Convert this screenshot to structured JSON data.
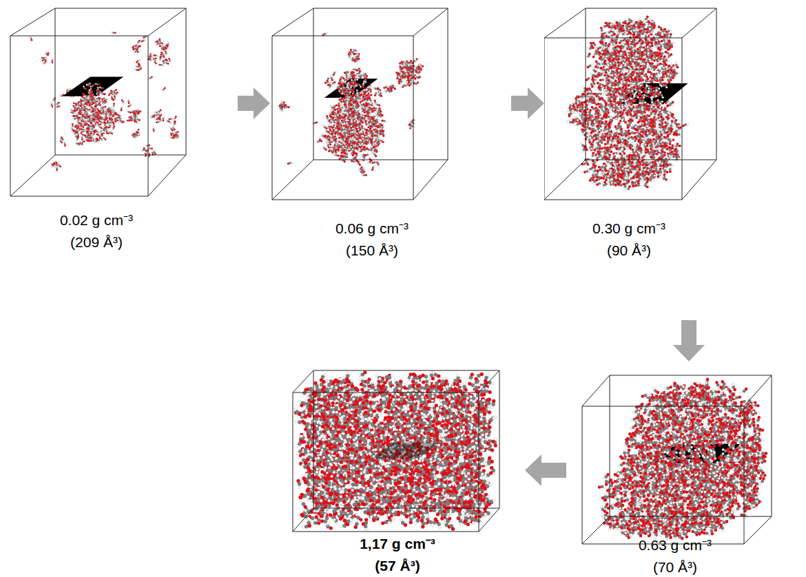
{
  "diagram": {
    "nodes": [
      {
        "text": [
          "0.02 g cm⁻³",
          "(209 Å³)"
        ]
      },
      {
        "text": [
          "0.06 g cm⁻³",
          "(150 Å³)"
        ]
      },
      {
        "text": [
          "0.30 g cm⁻³",
          "(90 Å³)"
        ]
      },
      {
        "text": [
          "1,17 g cm⁻³",
          "(57 Å³)"
        ]
      },
      {
        "text": [
          "0.63 g cm⁻³",
          "(70 Å³)"
        ]
      }
    ],
    "edges": [
      {
        "from": 0,
        "to": 1,
        "arrow": "to"
      },
      {
        "from": 1,
        "to": 2,
        "arrow": "to"
      },
      {
        "from": 2,
        "to": 4,
        "arrow": "to"
      },
      {
        "from": 4,
        "to": 3,
        "arrow": "to"
      }
    ]
  }
}
